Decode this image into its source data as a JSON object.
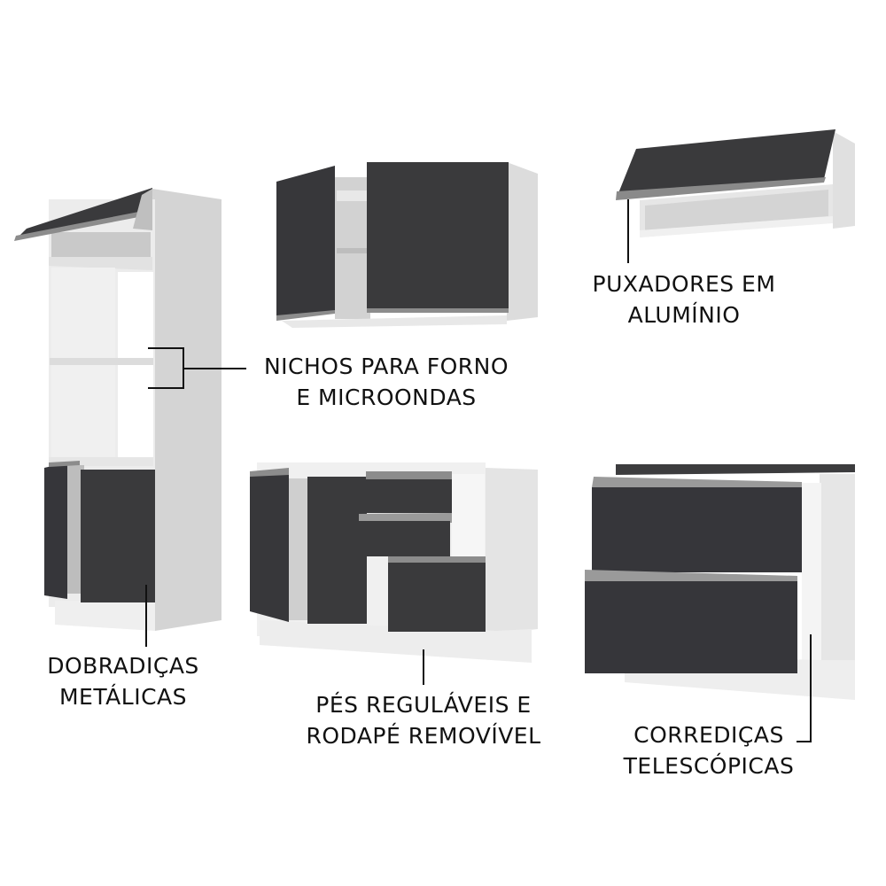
{
  "colors": {
    "front_dark": "#3a3a3c",
    "front_dark_edge": "#2b2b2d",
    "carcass_white": "#ececec",
    "carcass_side": "#d9d9d9",
    "carcass_inner": "#f5f5f5",
    "handle_aluminium": "#8c8c8c",
    "label_text": "#111111",
    "background": "#ffffff"
  },
  "modules": [
    {
      "id": "tall-oven-tower",
      "description": "Tall oven/microwave tower with flip-up top door, two open niches and two-door base"
    },
    {
      "id": "wall-cabinet-2-doors",
      "description": "Wall cabinet with two hinged doors, one open"
    },
    {
      "id": "wall-cabinet-flip-up",
      "description": "Horizontal wall cabinet with flip-up door"
    },
    {
      "id": "base-cabinet-doors-drawers",
      "description": "Base cabinet with two doors and three drawers, open"
    },
    {
      "id": "base-cabinet-2-drawers",
      "description": "Base cabinet with two large drawers and dark worktop"
    }
  ],
  "callouts": {
    "niches": {
      "line1": "NICHOS PARA FORNO",
      "line2": "E MICROONDAS"
    },
    "handles": {
      "line1": "PUXADORES EM",
      "line2": "ALUMÍNIO"
    },
    "hinges": {
      "line1": "DOBRADIÇAS",
      "line2": "METÁLICAS"
    },
    "feet": {
      "line1": "PÉS REGULÁVEIS E",
      "line2": "RODAPÉ REMOVÍVEL"
    },
    "slides": {
      "line1": "CORREDIÇAS",
      "line2": "TELESCÓPICAS"
    }
  }
}
